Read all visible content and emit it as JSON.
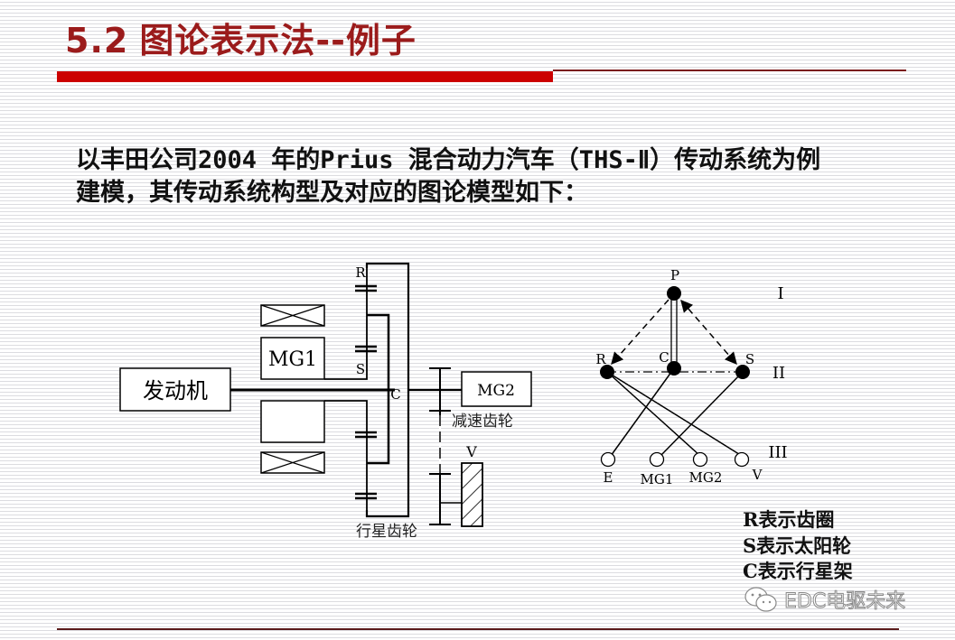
{
  "slide": {
    "title_number": "5.2",
    "title_text": "图论表示法--例子",
    "intro_lines": [
      "以丰田公司2004 年的Prius 混合动力汽车（THS-Ⅱ）传动系统为例",
      "建模，其传动系统构型及对应的图论模型如下："
    ],
    "colors": {
      "title": "#9b1b1b",
      "accent_bar": "#cc0000",
      "rule_line": "#7a1a1a"
    }
  },
  "left_diagram": {
    "engine_label": "发动机",
    "mg1_label": "MG1",
    "mg2_label": "MG2",
    "ring_label": "R",
    "sun_label": "S",
    "carrier_label": "C",
    "vehicle_label": "V",
    "reduction_gear_caption": "减速齿轮",
    "planetary_caption": "行星齿轮"
  },
  "right_graph": {
    "nodes": {
      "P": "P",
      "R": "R",
      "C": "C",
      "S": "S",
      "E": "E",
      "MG1": "MG1",
      "MG2": "MG2",
      "V": "V"
    },
    "levels": [
      "I",
      "II",
      "III"
    ]
  },
  "legend": [
    "R表示齿圈",
    "S表示太阳轮",
    "C表示行星架"
  ],
  "watermark": {
    "text": "EDC电驱未来",
    "icon": "wechat-icon"
  }
}
